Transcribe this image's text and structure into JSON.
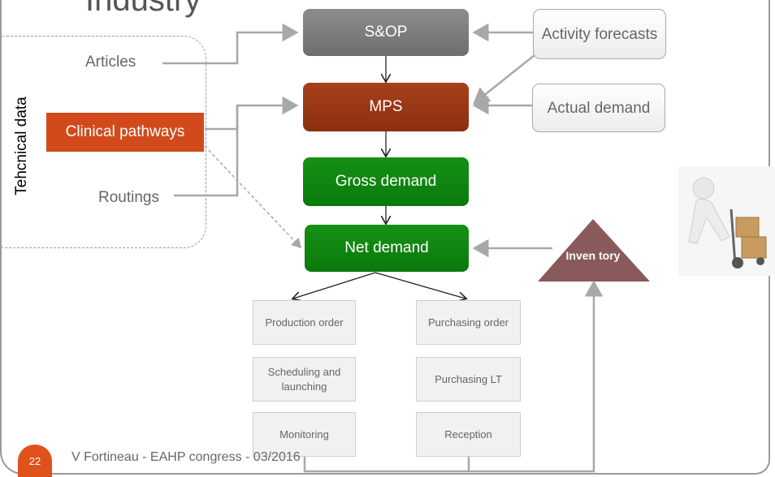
{
  "title": "Industry",
  "tech_group": {
    "label": "Tehcnical data",
    "articles": "Articles",
    "clinical_pathways": "Clinical pathways",
    "routings": "Routings"
  },
  "flow": {
    "sop": "S&OP",
    "mps": "MPS",
    "gross_demand": "Gross demand",
    "net_demand": "Net demand"
  },
  "inputs": {
    "activity_forecasts": "Activity forecasts",
    "actual_demand": "Actual demand",
    "inventory": "Inven tory"
  },
  "orders": {
    "production_order": "Production order",
    "purchasing_order": "Purchasing order",
    "scheduling": "Scheduling and launching",
    "purchasing_lt": "Purchasing LT",
    "monitoring": "Monitoring",
    "reception": "Reception"
  },
  "footer": {
    "page_number": "22",
    "text": "V Fortineau - EAHP congress - 03/2016"
  },
  "colors": {
    "sop": "#7a7a7a",
    "mps": "#962f0f",
    "demand_green": "#0a800a",
    "clinical": "#d24a1c",
    "inventory": "#8a5a5a",
    "accent": "#e0521c"
  },
  "image": "delivery-person-with-hand-truck"
}
